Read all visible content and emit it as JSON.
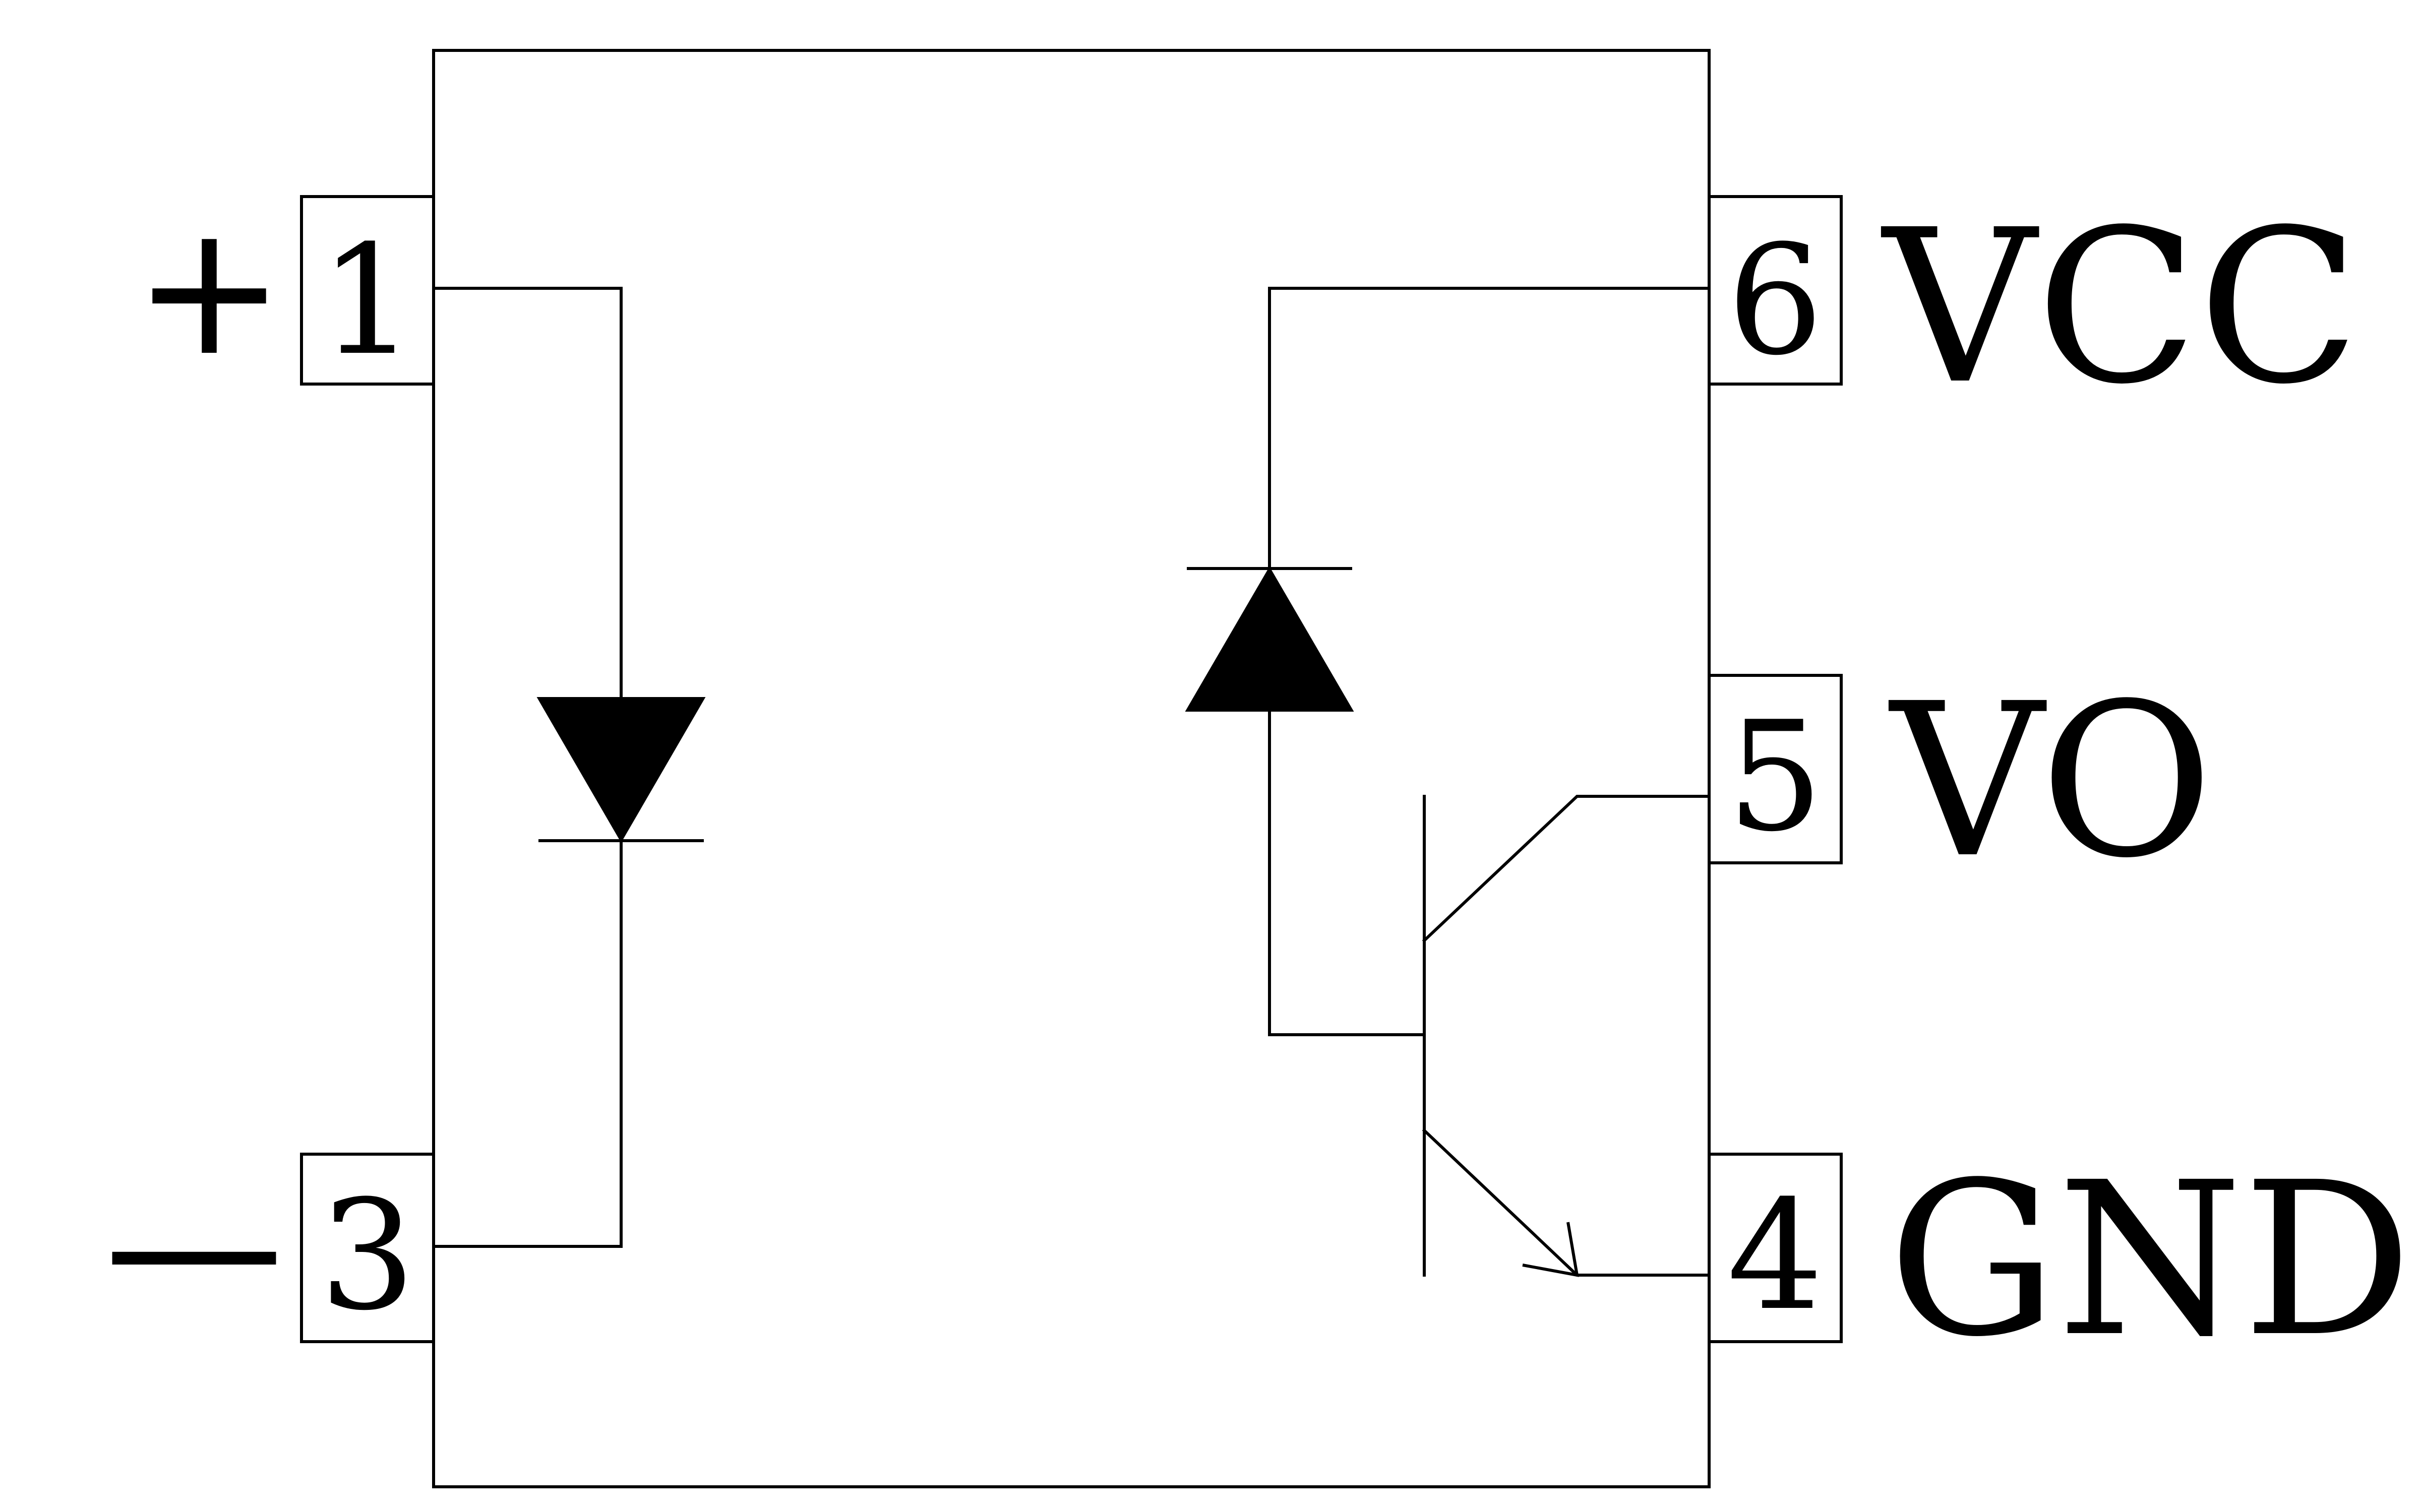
{
  "pins": {
    "p1": {
      "number": "1",
      "polarity": "+"
    },
    "p3": {
      "number": "3",
      "polarity": "—"
    },
    "p6": {
      "number": "6",
      "label": "VCC"
    },
    "p5": {
      "number": "5",
      "label": "VO"
    },
    "p4": {
      "number": "4",
      "label": "GND"
    }
  }
}
